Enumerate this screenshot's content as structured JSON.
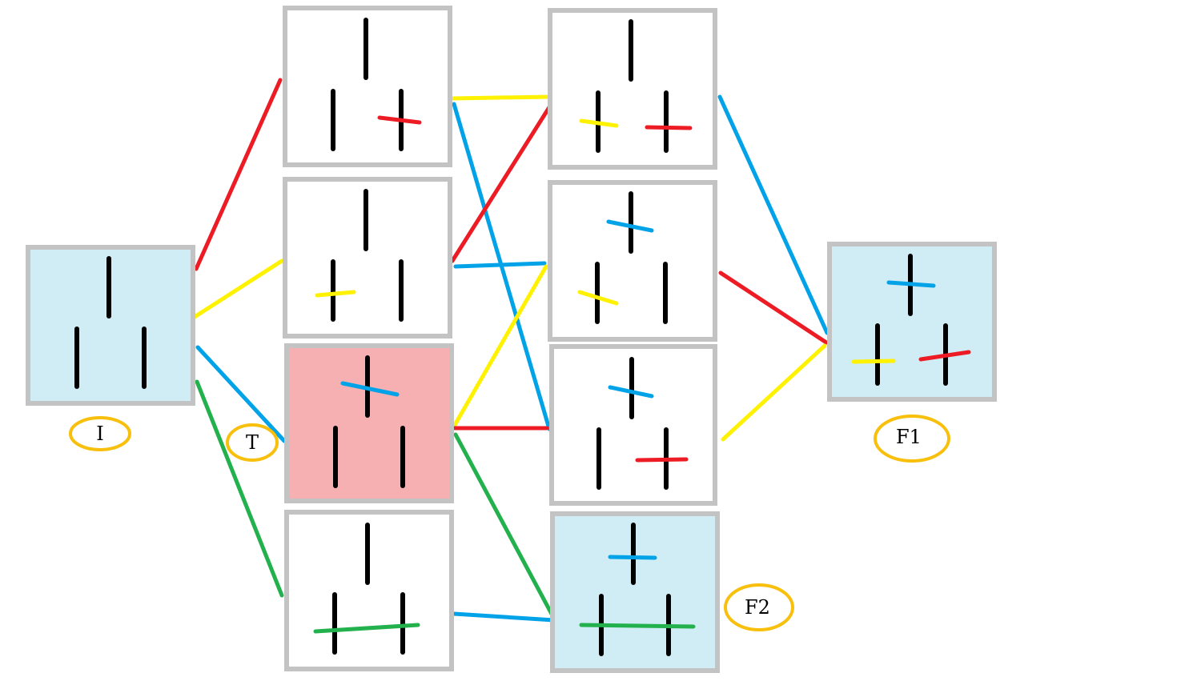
{
  "labels": {
    "initial": "I",
    "target": "T",
    "final1": "F1",
    "final2": "F2"
  },
  "colors": {
    "red": "#ed1c24",
    "yellow": "#fff200",
    "blue": "#00a2e8",
    "green": "#22b14c",
    "highlight_blue": "#d0ecf4",
    "highlight_red": "#f6b0b2",
    "label_ring": "#f8c00c"
  }
}
